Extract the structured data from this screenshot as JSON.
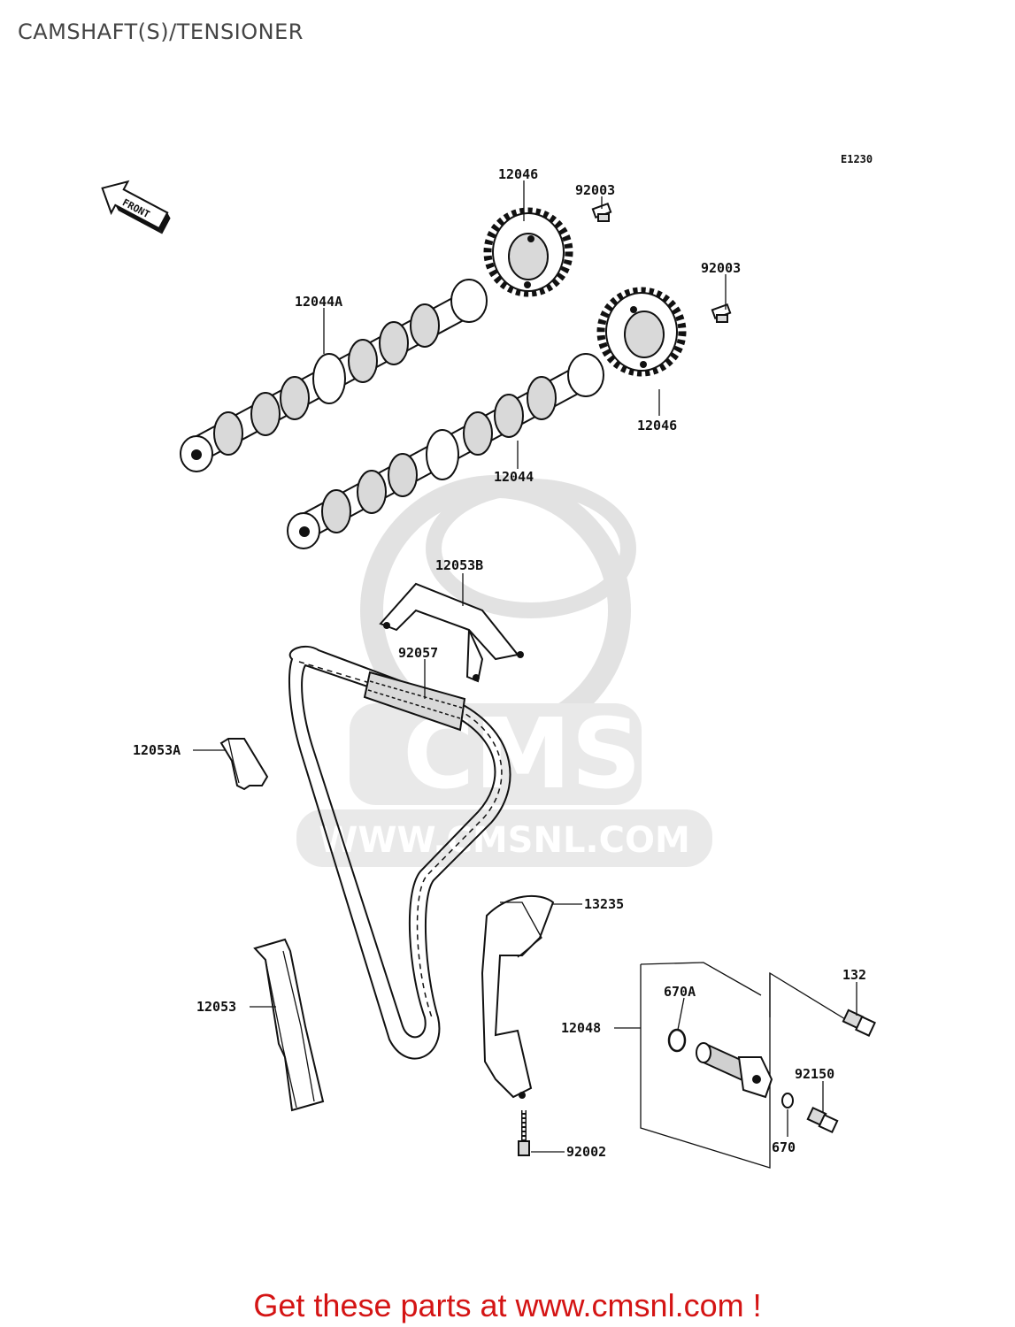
{
  "title": "CAMSHAFT(S)/TENSIONER",
  "diagram_code": "E1230",
  "front_label": "FRONT",
  "watermark": {
    "brand": "CMS",
    "url": "WWW.CMSNL.COM"
  },
  "labels": {
    "p12046_top": "12046",
    "p92003_a": "92003",
    "p92003_b": "92003",
    "p12044a": "12044A",
    "p12046_right": "12046",
    "p12044": "12044",
    "p12053b": "12053B",
    "p92057": "92057",
    "p12053a": "12053A",
    "p13235": "13235",
    "p132": "132",
    "p670a": "670A",
    "p12048": "12048",
    "p92150": "92150",
    "p670": "670",
    "p12053": "12053",
    "p92002": "92002"
  },
  "footer": "Get these parts at www.cmsnl.com !"
}
